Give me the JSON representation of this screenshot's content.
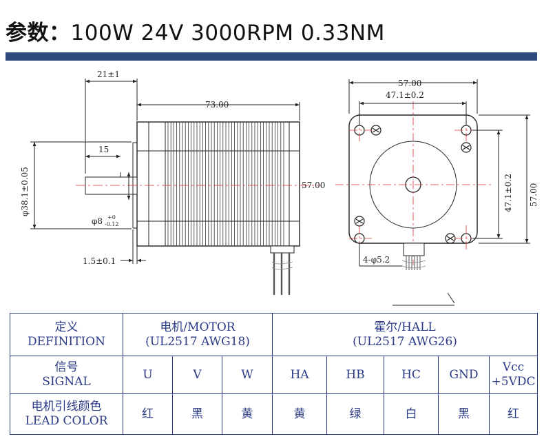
{
  "header": {
    "label": "参数：",
    "spec": "100W 24V 3000RPM 0.33NM"
  },
  "drawing": {
    "side": {
      "d_21": "21±1",
      "d_73": "73.00",
      "d_15": "15",
      "d_381": "φ38.1±0.05",
      "d_8": "φ8",
      "d_8_up": "+0",
      "d_8_lo": "-0.12",
      "d_15b": "1.5±0.1",
      "d_57": "57.00"
    },
    "front": {
      "d_57": "57.00",
      "d_471": "47.1±0.2",
      "d_471v": "47.1±0.2",
      "d_57v": "57.00",
      "d_holes": "4-φ5.2"
    }
  },
  "table": {
    "definition": {
      "zh": "定义",
      "en": "DEFINITION"
    },
    "motor": {
      "zh": "电机/MOTOR",
      "en": "(UL2517 AWG18)"
    },
    "hall": {
      "zh": "霍尔/HALL",
      "en": "(UL2517 AWG26)"
    },
    "signal": {
      "zh": "信号",
      "en": "SIGNAL"
    },
    "lead": {
      "zh": "电机引线颜色",
      "en": "LEAD COLOR"
    },
    "signals": [
      "U",
      "V",
      "W",
      "HA",
      "HB",
      "HC",
      "GND",
      "Vcc",
      "+5VDC"
    ],
    "colors": [
      "红",
      "黑",
      "黄",
      "黄",
      "绿",
      "白",
      "黑",
      "红"
    ]
  }
}
